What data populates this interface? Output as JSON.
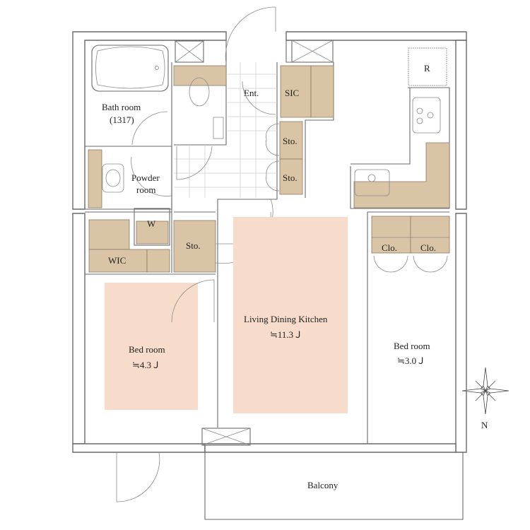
{
  "colors": {
    "storage": "#d9c4a6",
    "room_highlight": "#f8dccb",
    "wall": "#6a6a6a"
  },
  "rooms": {
    "bath": {
      "label": "Bath room",
      "size": "(1317)"
    },
    "entrance": {
      "label": "Ent."
    },
    "sic": {
      "label": "SIC"
    },
    "sto_1": {
      "label": "Sto."
    },
    "sto_2": {
      "label": "Sto."
    },
    "sto_3": {
      "label": "Sto."
    },
    "powder": {
      "label_line1": "Powder",
      "label_line2": "room"
    },
    "washer": {
      "label": "W"
    },
    "wic": {
      "label": "WIC"
    },
    "ldk": {
      "label": "Living Dining Kitchen",
      "size": "≒11.3Ｊ"
    },
    "bed_west": {
      "label": "Bed room",
      "size": "≒4.3Ｊ"
    },
    "bed_east": {
      "label": "Bed room",
      "size": "≒3.0Ｊ"
    },
    "clo_1": {
      "label": "Clo."
    },
    "clo_2": {
      "label": "Clo."
    },
    "fridge": {
      "label": "R"
    },
    "balcony": {
      "label": "Balcony"
    }
  },
  "compass": {
    "north_label": "N",
    "icon": "compass-rose-icon"
  }
}
